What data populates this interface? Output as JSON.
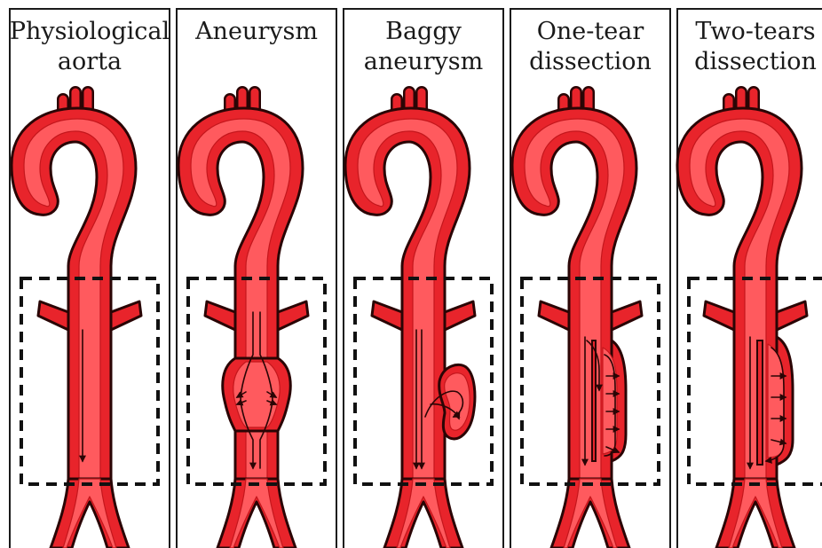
{
  "figure": {
    "panels": [
      {
        "title_lines": [
          "Physiological",
          "aorta"
        ],
        "icon": "physiological-aorta"
      },
      {
        "title_lines": [
          "Aneurysm"
        ],
        "icon": "aneurysm"
      },
      {
        "title_lines": [
          "Baggy",
          "aneurysm"
        ],
        "icon": "baggy-aneurysm"
      },
      {
        "title_lines": [
          "One-tear",
          "dissection"
        ],
        "icon": "one-tear-dissection"
      },
      {
        "title_lines": [
          "Two-tears",
          "dissection"
        ],
        "icon": "two-tears-dissection"
      }
    ],
    "colors": {
      "aorta_wall": "#e8242b",
      "aorta_lumen": "#ff5a5e",
      "outline": "#2a0505",
      "frame": "#1a1a1a",
      "roi_box": "#111111"
    }
  }
}
